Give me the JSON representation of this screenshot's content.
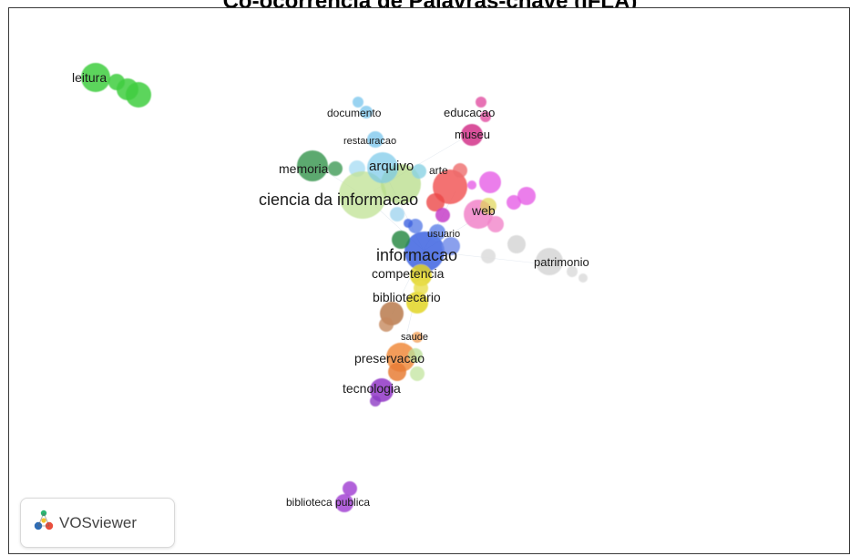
{
  "page": {
    "title": "Co-ocorrência de Palavras-chave (IFLA)"
  },
  "map": {
    "labels": {
      "leitura": "leitura",
      "documento": "documento",
      "educacao": "educacao",
      "restauracao": "restauracao",
      "museu": "museu",
      "memoria": "memoria",
      "arquivo": "arquivo",
      "arte": "arte",
      "ciencia_da_informacao": "ciencia da informacao",
      "web": "web",
      "usuario": "usuario",
      "informacao": "informacao",
      "patrimonio": "patrimonio",
      "competencia": "competencia",
      "bibliotecario": "bibliotecario",
      "saude": "saude",
      "preservacao": "preservacao",
      "tecnologia": "tecnologia",
      "biblioteca_publica": "biblioteca publica"
    }
  },
  "branding": {
    "tool_name": "VOSviewer",
    "logo_icon": "vosviewer-logo-icon"
  }
}
